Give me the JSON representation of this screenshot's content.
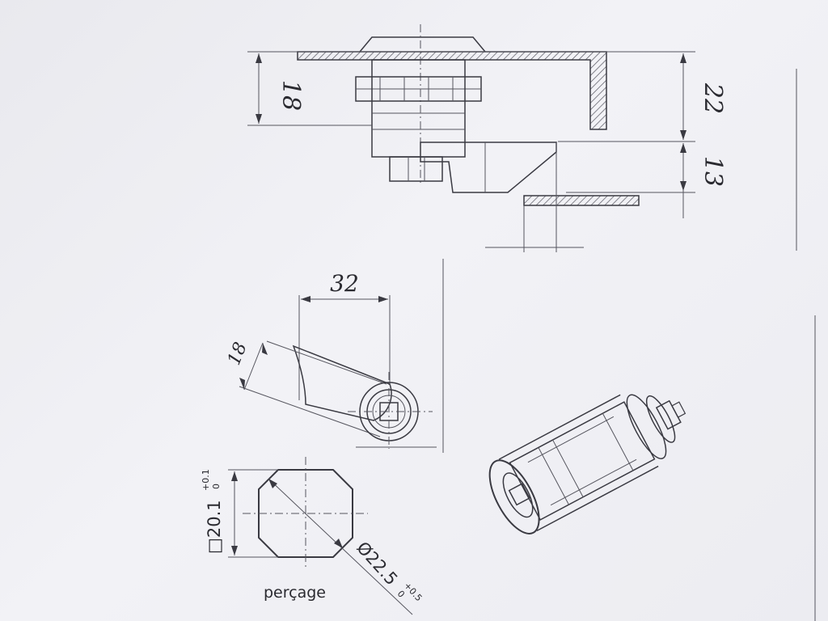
{
  "drawing": {
    "side_view": {
      "dim_18": "18",
      "dim_22": "22",
      "dim_13": "13"
    },
    "cam_view": {
      "dim_32": "32",
      "dim_18": "18"
    },
    "cutout": {
      "square_label": "□20.1",
      "square_tol_upper": "+0.1",
      "square_tol_lower": "0",
      "diameter_label": "Ø22.5",
      "diameter_tol_upper": "+0.5",
      "diameter_tol_lower": "0",
      "caption": "perçage"
    }
  },
  "colors": {
    "ink": "#3a3a42",
    "paper": "#efeff3",
    "hatch": "#55555e"
  }
}
